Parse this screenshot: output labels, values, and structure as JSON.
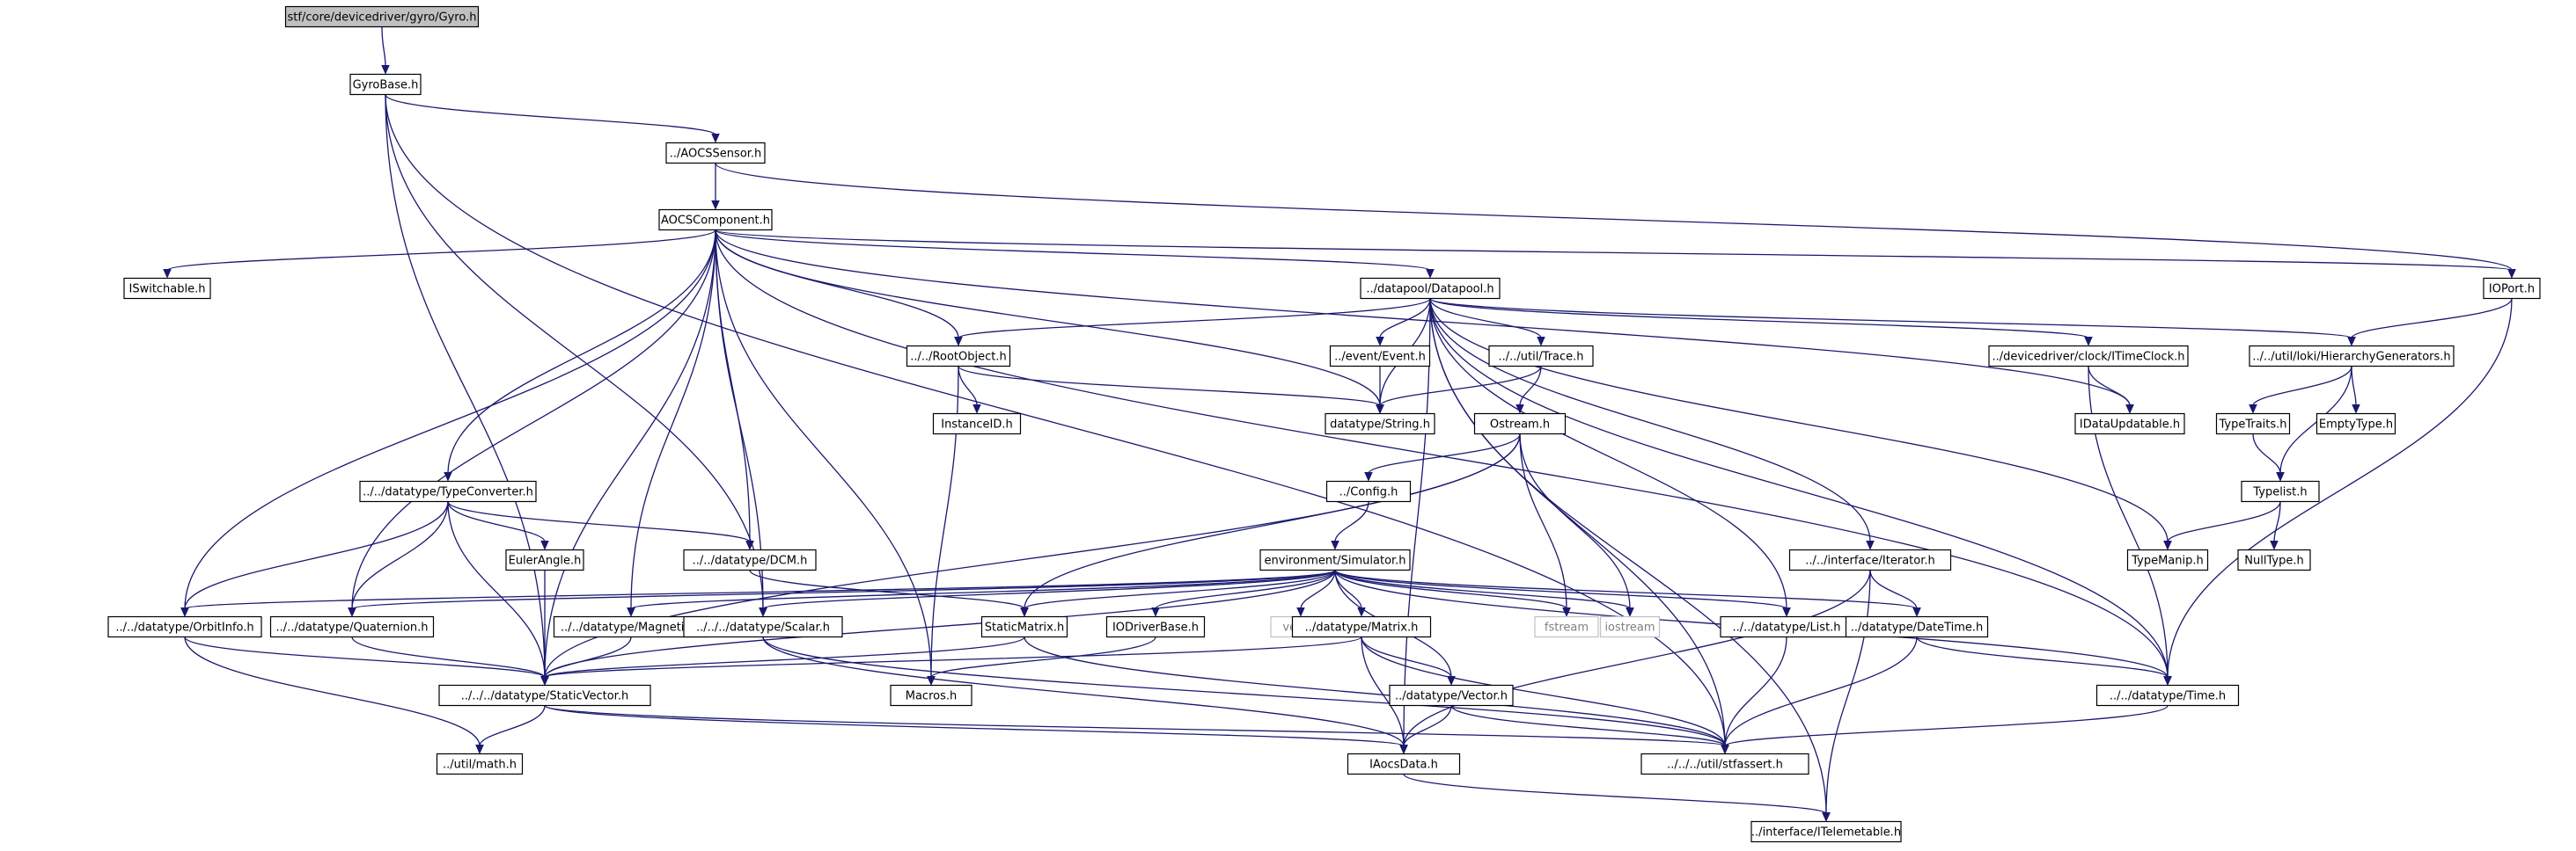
{
  "colors": {
    "edge": "#191970",
    "root_fill": "#c0c0c0",
    "node_fill": "#ffffff",
    "external_border": "#c0c0c0"
  },
  "nodes": [
    {
      "id": "gyro",
      "label": "stf/core/devicedriver/gyro/Gyro.h",
      "style": "root"
    },
    {
      "id": "gyrobase",
      "label": "GyroBase.h"
    },
    {
      "id": "aocssensor",
      "label": "../AOCSSensor.h"
    },
    {
      "id": "aocscomponent",
      "label": "AOCSComponent.h"
    },
    {
      "id": "iswitchable",
      "label": "ISwitchable.h"
    },
    {
      "id": "datapool",
      "label": "../datapool/Datapool.h"
    },
    {
      "id": "iport",
      "label": "IOPort.h"
    },
    {
      "id": "rootobject",
      "label": "../../RootObject.h"
    },
    {
      "id": "event",
      "label": "../event/Event.h"
    },
    {
      "id": "trace",
      "label": "../../util/Trace.h"
    },
    {
      "id": "itimeclock",
      "label": "../devicedriver/clock/ITimeClock.h"
    },
    {
      "id": "hiergen",
      "label": "../../util/loki/HierarchyGenerators.h"
    },
    {
      "id": "instanceid",
      "label": "InstanceID.h"
    },
    {
      "id": "string",
      "label": "datatype/String.h"
    },
    {
      "id": "ostream",
      "label": "Ostream.h"
    },
    {
      "id": "idataupdatable",
      "label": "IDataUpdatable.h"
    },
    {
      "id": "typetraits",
      "label": "TypeTraits.h"
    },
    {
      "id": "emptytype",
      "label": "EmptyType.h"
    },
    {
      "id": "typelist",
      "label": "Typelist.h"
    },
    {
      "id": "typeconverter",
      "label": "../../datatype/TypeConverter.h"
    },
    {
      "id": "config",
      "label": "../Config.h"
    },
    {
      "id": "simulator",
      "label": "environment/Simulator.h"
    },
    {
      "id": "iterator",
      "label": "../../interface/Iterator.h"
    },
    {
      "id": "typemanip",
      "label": "TypeManip.h"
    },
    {
      "id": "nulltype",
      "label": "NullType.h"
    },
    {
      "id": "eulerangle",
      "label": "EulerAngle.h"
    },
    {
      "id": "dcm",
      "label": "../../datatype/DCM.h"
    },
    {
      "id": "orbitinfo",
      "label": "../../datatype/OrbitInfo.h"
    },
    {
      "id": "quaternion",
      "label": "../../datatype/Quaternion.h"
    },
    {
      "id": "magnetic",
      "label": "../../datatype/Magnetic.h"
    },
    {
      "id": "scalar",
      "label": "../../../datatype/Scalar.h"
    },
    {
      "id": "staticmatrix",
      "label": "StaticMatrix.h"
    },
    {
      "id": "iodriverbase",
      "label": "IODriverBase.h"
    },
    {
      "id": "vector",
      "label": "vector",
      "style": "external"
    },
    {
      "id": "matrix",
      "label": "../datatype/Matrix.h"
    },
    {
      "id": "fstream",
      "label": "fstream",
      "style": "external"
    },
    {
      "id": "iostream",
      "label": "iostream",
      "style": "external"
    },
    {
      "id": "list",
      "label": "../../datatype/List.h"
    },
    {
      "id": "datetime",
      "label": "../datatype/DateTime.h"
    },
    {
      "id": "staticvector",
      "label": "../../../datatype/StaticVector.h"
    },
    {
      "id": "macros",
      "label": "Macros.h"
    },
    {
      "id": "vectorh",
      "label": "../datatype/Vector.h"
    },
    {
      "id": "time",
      "label": "../../datatype/Time.h"
    },
    {
      "id": "math",
      "label": "../util/math.h"
    },
    {
      "id": "iaocsdata",
      "label": "IAocsData.h"
    },
    {
      "id": "stfassert",
      "label": "../../../util/stfassert.h"
    },
    {
      "id": "itelemetable",
      "label": "../interface/ITelemetable.h"
    }
  ],
  "edges": [
    [
      "gyro",
      "gyrobase"
    ],
    [
      "gyrobase",
      "aocssensor"
    ],
    [
      "gyrobase",
      "staticvector"
    ],
    [
      "gyrobase",
      "scalar"
    ],
    [
      "gyrobase",
      "stfassert"
    ],
    [
      "aocssensor",
      "aocscomponent"
    ],
    [
      "aocssensor",
      "iport"
    ],
    [
      "aocscomponent",
      "iswitchable"
    ],
    [
      "aocscomponent",
      "datapool"
    ],
    [
      "aocscomponent",
      "iport"
    ],
    [
      "aocscomponent",
      "rootobject"
    ],
    [
      "aocscomponent",
      "string"
    ],
    [
      "aocscomponent",
      "typeconverter"
    ],
    [
      "aocscomponent",
      "dcm"
    ],
    [
      "aocscomponent",
      "orbitinfo"
    ],
    [
      "aocscomponent",
      "quaternion"
    ],
    [
      "aocscomponent",
      "magnetic"
    ],
    [
      "aocscomponent",
      "scalar"
    ],
    [
      "aocscomponent",
      "staticvector"
    ],
    [
      "aocscomponent",
      "macros"
    ],
    [
      "aocscomponent",
      "idataupdatable"
    ],
    [
      "aocscomponent",
      "time"
    ],
    [
      "datapool",
      "rootobject"
    ],
    [
      "datapool",
      "event"
    ],
    [
      "datapool",
      "trace"
    ],
    [
      "datapool",
      "itimeclock"
    ],
    [
      "datapool",
      "hiergen"
    ],
    [
      "datapool",
      "string"
    ],
    [
      "datapool",
      "iterator"
    ],
    [
      "datapool",
      "list"
    ],
    [
      "datapool",
      "typemanip"
    ],
    [
      "datapool",
      "iaocsdata"
    ],
    [
      "datapool",
      "time"
    ],
    [
      "datapool",
      "itelemetable"
    ],
    [
      "datapool",
      "stfassert"
    ],
    [
      "iport",
      "hiergen"
    ],
    [
      "iport",
      "time"
    ],
    [
      "rootobject",
      "instanceid"
    ],
    [
      "rootobject",
      "string"
    ],
    [
      "rootobject",
      "macros"
    ],
    [
      "event",
      "string"
    ],
    [
      "trace",
      "string"
    ],
    [
      "trace",
      "ostream"
    ],
    [
      "itimeclock",
      "idataupdatable"
    ],
    [
      "itimeclock",
      "time"
    ],
    [
      "hiergen",
      "typetraits"
    ],
    [
      "hiergen",
      "emptytype"
    ],
    [
      "hiergen",
      "typelist"
    ],
    [
      "typetraits",
      "typelist"
    ],
    [
      "typelist",
      "typemanip"
    ],
    [
      "typelist",
      "nulltype"
    ],
    [
      "ostream",
      "config"
    ],
    [
      "ostream",
      "staticmatrix"
    ],
    [
      "ostream",
      "fstream"
    ],
    [
      "ostream",
      "iostream"
    ],
    [
      "ostream",
      "staticvector"
    ],
    [
      "config",
      "simulator"
    ],
    [
      "simulator",
      "orbitinfo"
    ],
    [
      "simulator",
      "quaternion"
    ],
    [
      "simulator",
      "magnetic"
    ],
    [
      "simulator",
      "scalar"
    ],
    [
      "simulator",
      "staticmatrix"
    ],
    [
      "simulator",
      "iodriverbase"
    ],
    [
      "simulator",
      "vector"
    ],
    [
      "simulator",
      "matrix"
    ],
    [
      "simulator",
      "fstream"
    ],
    [
      "simulator",
      "iostream"
    ],
    [
      "simulator",
      "list"
    ],
    [
      "simulator",
      "datetime"
    ],
    [
      "simulator",
      "staticvector"
    ],
    [
      "simulator",
      "vectorh"
    ],
    [
      "simulator",
      "time"
    ],
    [
      "typeconverter",
      "eulerangle"
    ],
    [
      "typeconverter",
      "dcm"
    ],
    [
      "typeconverter",
      "orbitinfo"
    ],
    [
      "typeconverter",
      "quaternion"
    ],
    [
      "typeconverter",
      "staticvector"
    ],
    [
      "eulerangle",
      "staticvector"
    ],
    [
      "dcm",
      "staticmatrix"
    ],
    [
      "orbitinfo",
      "staticvector"
    ],
    [
      "orbitinfo",
      "math"
    ],
    [
      "quaternion",
      "staticvector"
    ],
    [
      "magnetic",
      "staticvector"
    ],
    [
      "scalar",
      "iaocsdata"
    ],
    [
      "scalar",
      "stfassert"
    ],
    [
      "staticmatrix",
      "staticvector"
    ],
    [
      "staticmatrix",
      "stfassert"
    ],
    [
      "iodriverbase",
      "macros"
    ],
    [
      "matrix",
      "staticvector"
    ],
    [
      "matrix",
      "vectorh"
    ],
    [
      "matrix",
      "iaocsdata"
    ],
    [
      "matrix",
      "stfassert"
    ],
    [
      "list",
      "stfassert"
    ],
    [
      "datetime",
      "time"
    ],
    [
      "datetime",
      "stfassert"
    ],
    [
      "iterator",
      "datetime"
    ],
    [
      "iterator",
      "iaocsdata"
    ],
    [
      "iterator",
      "itelemetable"
    ],
    [
      "staticvector",
      "math"
    ],
    [
      "staticvector",
      "iaocsdata"
    ],
    [
      "staticvector",
      "stfassert"
    ],
    [
      "vectorh",
      "iaocsdata"
    ],
    [
      "vectorh",
      "stfassert"
    ],
    [
      "time",
      "stfassert"
    ],
    [
      "iaocsdata",
      "itelemetable"
    ]
  ]
}
